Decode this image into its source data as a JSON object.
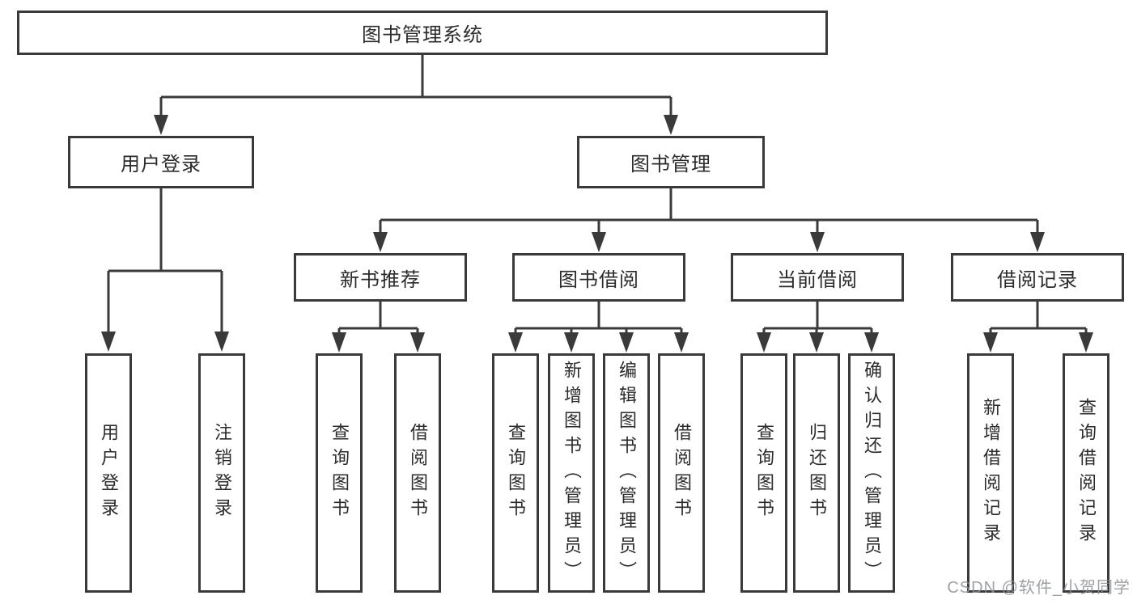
{
  "diagram": {
    "root": {
      "label": "图书管理系统",
      "children": [
        {
          "label": "用户登录",
          "children": [
            {
              "label": "用户登录"
            },
            {
              "label": "注销登录"
            }
          ]
        },
        {
          "label": "图书管理",
          "children": [
            {
              "label": "新书推荐",
              "children": [
                {
                  "label": "查询图书"
                },
                {
                  "label": "借阅图书"
                }
              ]
            },
            {
              "label": "图书借阅",
              "children": [
                {
                  "label": "查询图书"
                },
                {
                  "label": "新增图书（管理员）"
                },
                {
                  "label": "编辑图书（管理员）"
                },
                {
                  "label": "借阅图书"
                }
              ]
            },
            {
              "label": "当前借阅",
              "children": [
                {
                  "label": "查询图书"
                },
                {
                  "label": "归还图书"
                },
                {
                  "label": "确认归还（管理员）"
                }
              ]
            },
            {
              "label": "借阅记录",
              "children": [
                {
                  "label": "新增借阅记录"
                },
                {
                  "label": "查询借阅记录"
                }
              ]
            }
          ]
        }
      ]
    }
  },
  "watermark": {
    "text": "CSDN @软件_小贺同学"
  },
  "colors": {
    "line": "#3a3a3a",
    "box_border": "#3a3a3a",
    "text": "#2b2b2b",
    "background": "#ffffff",
    "watermark": "#8c9096"
  }
}
